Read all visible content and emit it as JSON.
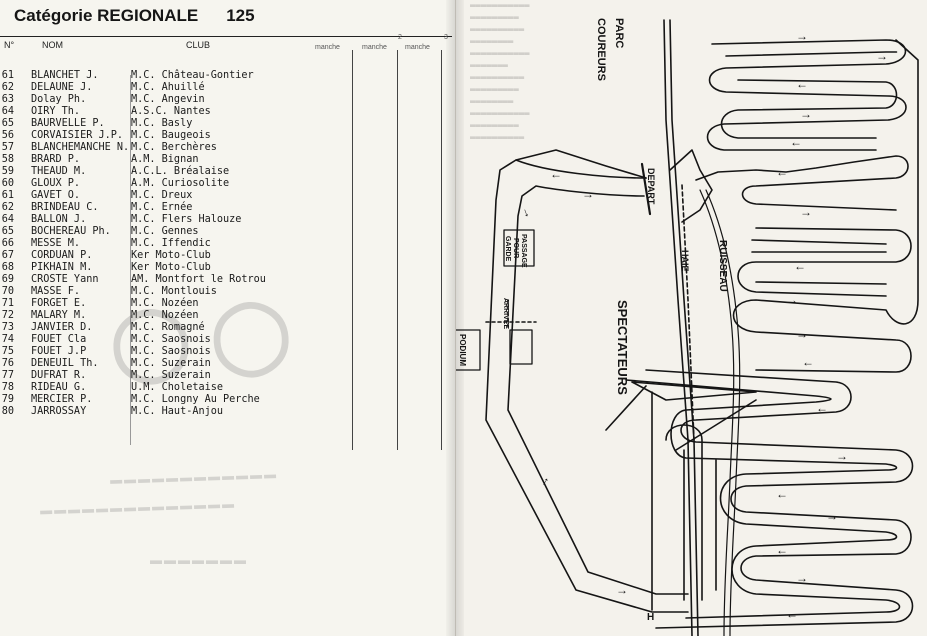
{
  "left_page": {
    "title": "Catégorie REGIONALE",
    "title_number": "125",
    "headers": {
      "no": "N°",
      "name": "NOM",
      "club": "CLUB",
      "manche1": "manche",
      "manche2": "manche",
      "manche3": "manche",
      "manche2_num": "2",
      "manche3_num": "3"
    },
    "riders": [
      {
        "no": "61",
        "name": "BLANCHET J.",
        "club": "M.C. Château-Gontier"
      },
      {
        "no": "62",
        "name": "DELAUNE J.",
        "club": "M.C. Ahuillé"
      },
      {
        "no": "63",
        "name": "Dolay Ph.",
        "club": "M.C. Angevin"
      },
      {
        "no": "64",
        "name": "OIRY Th.",
        "club": "A.S.C. Nantes"
      },
      {
        "no": "65",
        "name": "BAURVELLE P.",
        "club": "M.C. Basly"
      },
      {
        "no": "56",
        "name": "CORVAISIER J.P.",
        "club": "M.C. Baugeois"
      },
      {
        "no": "57",
        "name": "BLANCHEMANCHE N.",
        "club": "M.C. Berchères"
      },
      {
        "no": "58",
        "name": "BRARD P.",
        "club": "A.M. Bignan"
      },
      {
        "no": "59",
        "name": "THEAUD M.",
        "club": "A.C.L. Bréalaise"
      },
      {
        "no": "60",
        "name": "GLOUX P.",
        "club": "A.M. Curiosolite"
      },
      {
        "no": "61",
        "name": "GAVET O.",
        "club": "M.C. Dreux"
      },
      {
        "no": "62",
        "name": "BRINDEAU C.",
        "club": "M.C. Ernée"
      },
      {
        "no": "64",
        "name": "BALLON J.",
        "club": "M.C. Flers Halouze"
      },
      {
        "no": "65",
        "name": "BOCHEREAU Ph.",
        "club": "M.C. Gennes"
      },
      {
        "no": "66",
        "name": "MESSE M.",
        "club": "M.C. Iffendic"
      },
      {
        "no": "67",
        "name": "CORDUAN P.",
        "club": "Ker Moto-Club"
      },
      {
        "no": "68",
        "name": "PIKHAIN M.",
        "club": "Ker Moto-Club"
      },
      {
        "no": "69",
        "name": "CROSTE Yann",
        "club": "AM. Montfort le Rotrou"
      },
      {
        "no": "70",
        "name": "MASSE F.",
        "club": "M.C. Montlouis"
      },
      {
        "no": "71",
        "name": "FORGET E.",
        "club": "M.C. Nozéen"
      },
      {
        "no": "72",
        "name": "MALARY M.",
        "club": "M.C. Nozéen"
      },
      {
        "no": "73",
        "name": "JANVIER D.",
        "club": "M.C. Romagné"
      },
      {
        "no": "74",
        "name": "FOUET Cla",
        "club": "M.C. Saosnois"
      },
      {
        "no": "75",
        "name": "FOUET J.P",
        "club": "M.C. Saosnois"
      },
      {
        "no": "76",
        "name": "DENEUIL Th.",
        "club": "M.C. Suzerain"
      },
      {
        "no": "77",
        "name": "DUFRAT R.",
        "club": "M.C. Suzerain"
      },
      {
        "no": "78",
        "name": "RIDEAU G.",
        "club": "U.M. Choletaise"
      },
      {
        "no": "79",
        "name": "MERCIER P.",
        "club": "M.C. Longny Au Perche"
      },
      {
        "no": "80",
        "name": "JARROSSAY",
        "club": "M.C. Haut-Anjou"
      }
    ]
  },
  "right_page": {
    "labels": {
      "parc": "PARC",
      "coureurs": "COUREURS",
      "depart": "DEPART",
      "passage": "PASSAGE",
      "pour": "POUR",
      "garde": "GARDE",
      "podium": "PODIUM",
      "arrivee": "ARRIVEE",
      "haie": "HAIE",
      "ruisseau": "RUISSEAU",
      "spectateurs": "SPECTATEURS",
      "h": "H"
    }
  },
  "colors": {
    "ink": "#151515",
    "paper": "#f4f2ec"
  }
}
